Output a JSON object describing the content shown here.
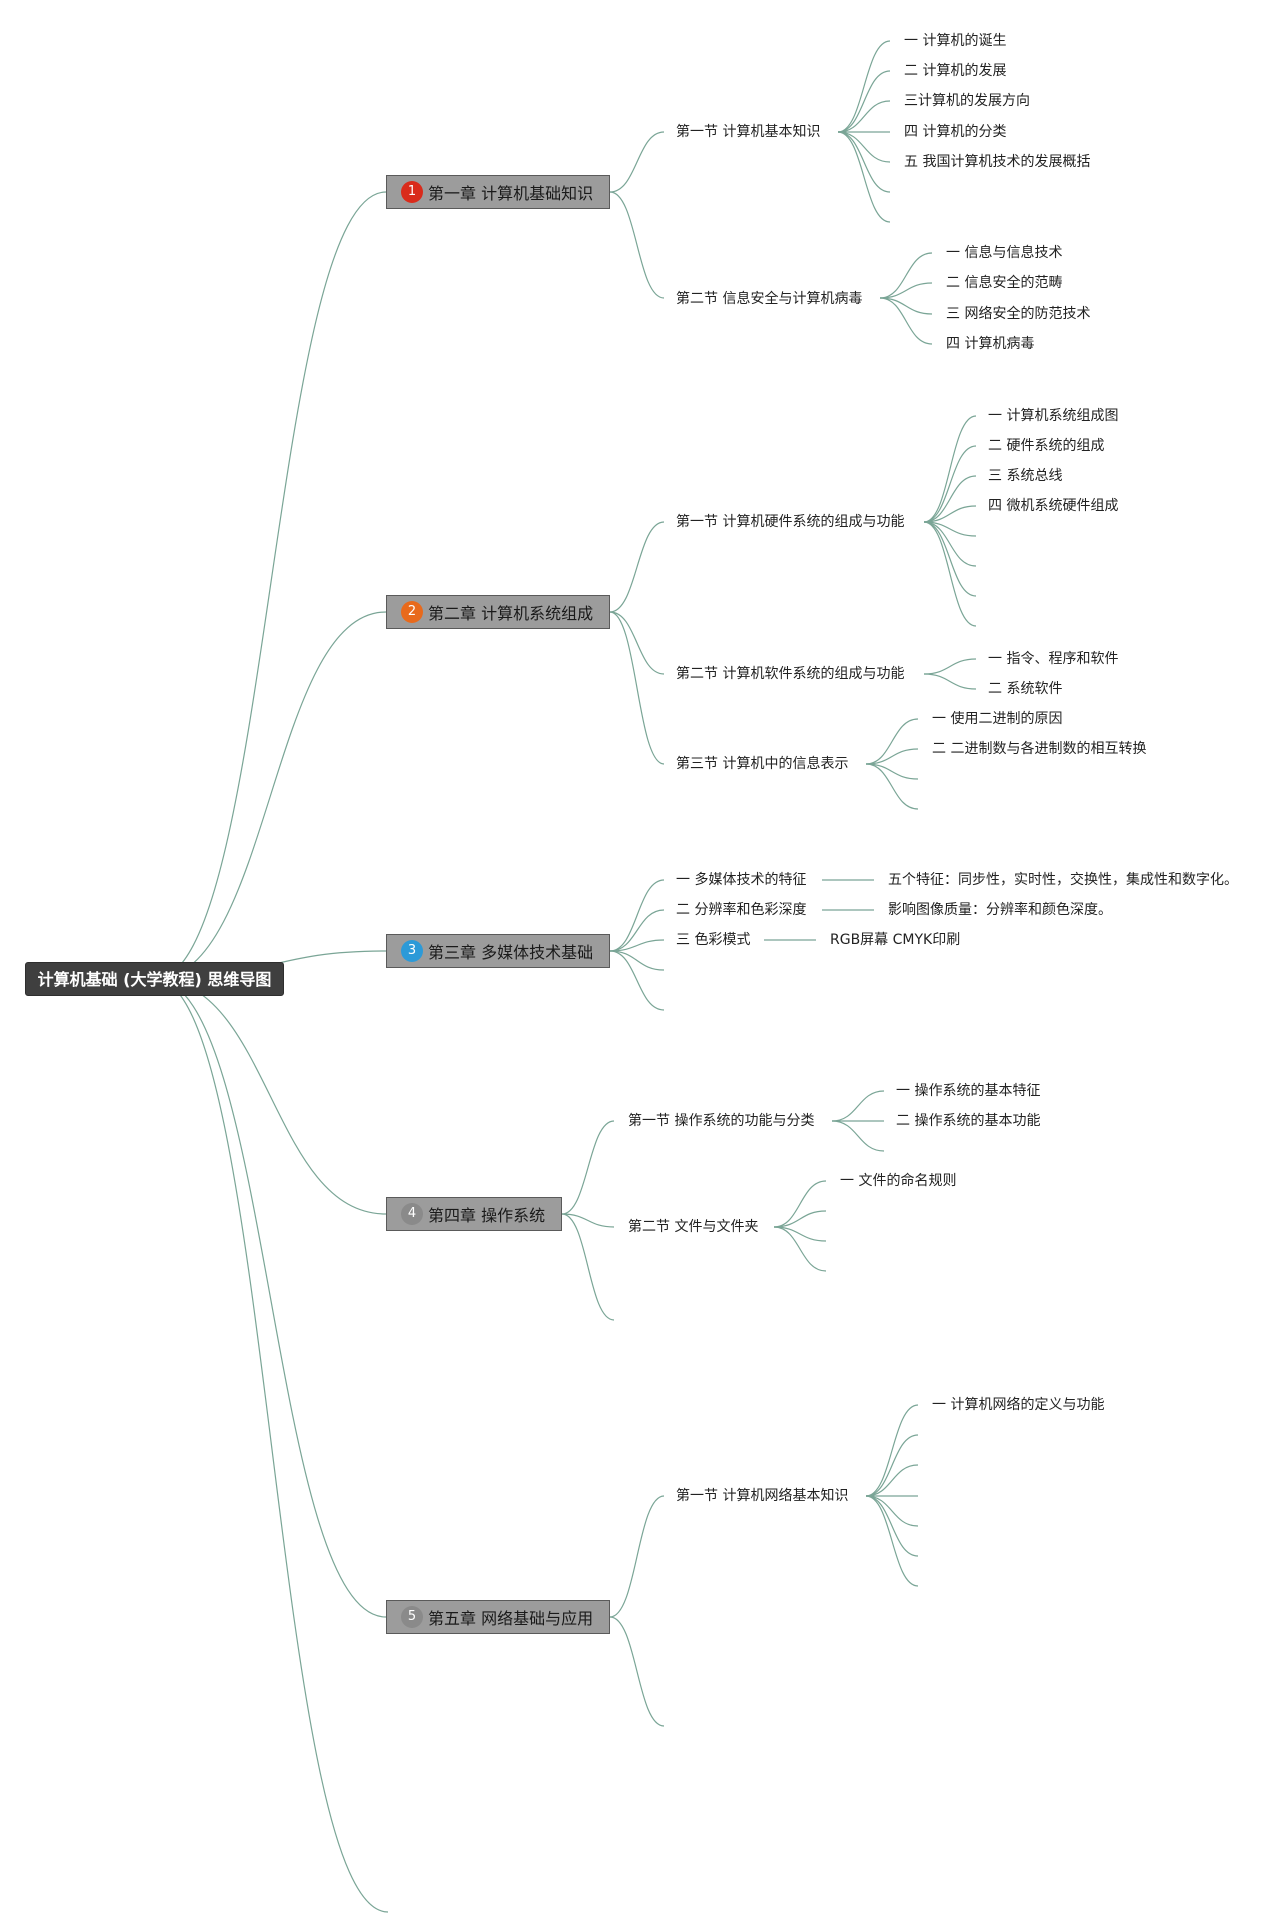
{
  "root": {
    "label": "计算机基础 (大学教程) 思维导图"
  },
  "colors": {
    "line": "#7aa596",
    "chapter_fill": "#9c9c9c",
    "root_fill": "#3f3f3f",
    "badge_1": "#d92b1b",
    "badge_2": "#e86a1c",
    "badge_3": "#2c9ad8",
    "badge_4": "#8a8a8a",
    "badge_5": "#8a8a8a"
  },
  "chapters": [
    {
      "number": "1",
      "label": "第一章 计算机基础知识",
      "sections": [
        {
          "label": "第一节 计算机基本知识",
          "items": [
            "一 计算机的诞生",
            "二 计算机的发展",
            "三计算机的发展方向",
            "四 计算机的分类",
            "五 我国计算机技术的发展概括",
            ""
          ]
        },
        {
          "label": "第二节 信息安全与计算机病毒",
          "items": [
            "一 信息与信息技术",
            "二 信息安全的范畴",
            "三 网络安全的防范技术",
            "四 计算机病毒"
          ]
        }
      ]
    },
    {
      "number": "2",
      "label": "第二章 计算机系统组成",
      "sections": [
        {
          "label": "第一节 计算机硬件系统的组成与功能",
          "items": [
            "一 计算机系统组成图",
            "二 硬件系统的组成",
            "三 系统总线",
            "四 微机系统硬件组成",
            "",
            "",
            ""
          ]
        },
        {
          "label": "第二节 计算机软件系统的组成与功能",
          "items": [
            "一 指令、程序和软件",
            "二 系统软件"
          ]
        },
        {
          "label": "第三节 计算机中的信息表示",
          "items": [
            "一 使用二进制的原因",
            "二 二进制数与各进制数的相互转换",
            "",
            ""
          ]
        }
      ]
    },
    {
      "number": "3",
      "label": "第三章 多媒体技术基础",
      "sections": [
        {
          "label": "一 多媒体技术的特征",
          "detail": "五个特征：同步性，实时性，交换性，集成性和数字化。"
        },
        {
          "label": "二 分辨率和色彩深度",
          "detail": "影响图像质量：分辨率和颜色深度。"
        },
        {
          "label": "三 色彩模式",
          "detail": "RGB屏幕 CMYK印刷"
        },
        {
          "label": ""
        },
        {
          "label": ""
        }
      ]
    },
    {
      "number": "4",
      "label": "第四章 操作系统",
      "sections": [
        {
          "label": "第一节 操作系统的功能与分类",
          "items": [
            "一 操作系统的基本特征",
            "二 操作系统的基本功能",
            ""
          ]
        },
        {
          "label": "第二节 文件与文件夹",
          "items": [
            "一 文件的命名规则",
            "",
            "",
            ""
          ]
        },
        {
          "label": ""
        }
      ]
    },
    {
      "number": "5",
      "label": "第五章 网络基础与应用",
      "sections": [
        {
          "label": "第一节 计算机网络基本知识",
          "items": [
            "一 计算机网络的定义与功能",
            "",
            "",
            "",
            "",
            "",
            ""
          ]
        },
        {
          "label": ""
        }
      ]
    }
  ]
}
